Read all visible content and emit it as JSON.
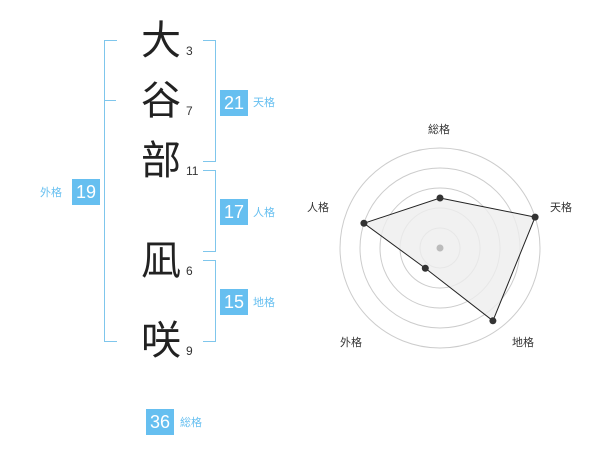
{
  "name_chars": [
    {
      "char": "大",
      "strokes": "3"
    },
    {
      "char": "谷",
      "strokes": "7"
    },
    {
      "char": "部",
      "strokes": "11"
    },
    {
      "char": "凪",
      "strokes": "6"
    },
    {
      "char": "咲",
      "strokes": "9"
    }
  ],
  "kaku": {
    "tenkaku": {
      "value": "21",
      "label": "天格"
    },
    "jinkaku": {
      "value": "17",
      "label": "人格"
    },
    "chikaku": {
      "value": "15",
      "label": "地格"
    },
    "gaikaku": {
      "value": "19",
      "label": "外格"
    },
    "soukaku": {
      "value": "36",
      "label": "総格"
    }
  },
  "colors": {
    "accent": "#66bff0",
    "bracket": "#7fc6ec",
    "radar_fill": "#eeeeee",
    "ring": "#cccccc"
  },
  "chart_data": {
    "type": "radar",
    "axes": [
      "総格",
      "天格",
      "地格",
      "外格",
      "人格"
    ],
    "values": [
      0.5,
      1.0,
      0.9,
      0.25,
      0.8
    ],
    "rings": 5
  }
}
